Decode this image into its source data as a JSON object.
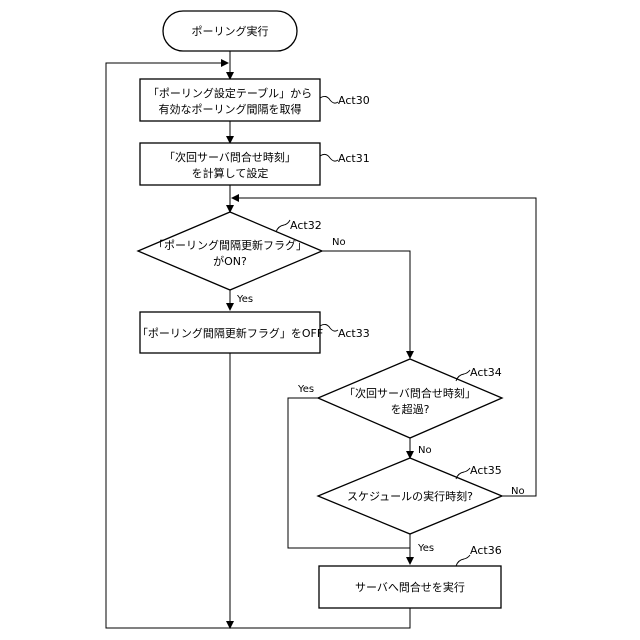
{
  "nodes": {
    "start": {
      "lines": [
        "ポーリング実行"
      ]
    },
    "act30": {
      "lines": [
        "「ポーリング設定テーブル」から",
        "有効なポーリング間隔を取得"
      ],
      "act": "Act30"
    },
    "act31": {
      "lines": [
        "「次回サーバ問合せ時刻」",
        "を計算して設定"
      ],
      "act": "Act31"
    },
    "act32": {
      "lines": [
        "「ポーリング間隔更新フラグ」",
        "がON?"
      ],
      "act": "Act32"
    },
    "act33": {
      "lines": [
        "「ポーリング間隔更新フラグ」をOFF"
      ],
      "act": "Act33"
    },
    "act34": {
      "lines": [
        "「次回サーバ問合せ時刻」",
        "を超過?"
      ],
      "act": "Act34"
    },
    "act35": {
      "lines": [
        "スケジュールの実行時刻?"
      ],
      "act": "Act35"
    },
    "act36": {
      "lines": [
        "サーバへ問合せを実行"
      ],
      "act": "Act36"
    }
  },
  "edges": {
    "act32_yes": "Yes",
    "act32_no": "No",
    "act34_yes": "Yes",
    "act34_no": "No",
    "act35_yes": "Yes",
    "act35_no": "No"
  }
}
